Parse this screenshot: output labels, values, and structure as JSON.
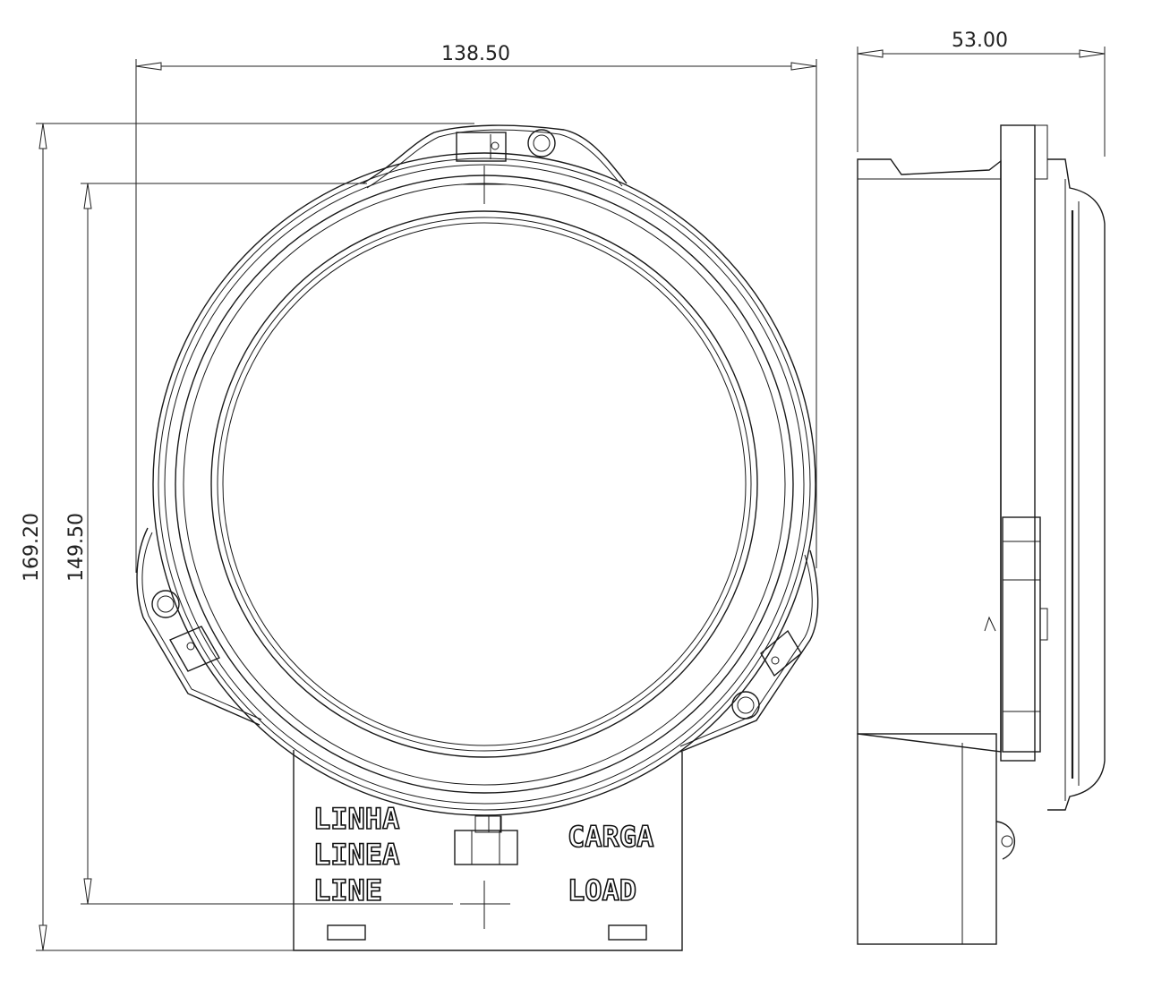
{
  "dimensions": {
    "width": "138.50",
    "depth": "53.00",
    "overall_height": "169.20",
    "mount_height": "149.50"
  },
  "connector_labels": {
    "line": [
      "LINHA",
      "LINEA",
      "LINE"
    ],
    "load": [
      "CARGA",
      "LOAD"
    ]
  },
  "colors": {
    "line": "#1a1a1a",
    "background": "#ffffff"
  }
}
